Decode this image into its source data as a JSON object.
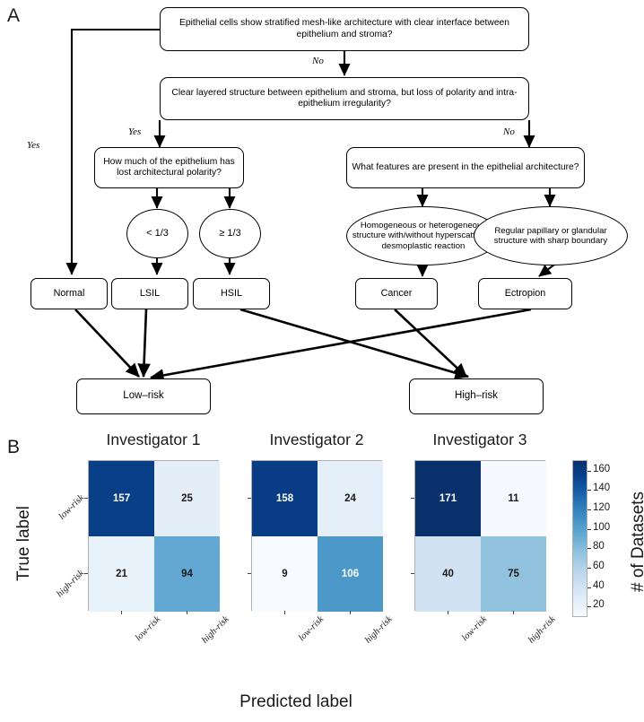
{
  "panels": {
    "a_letter": "A",
    "b_letter": "B"
  },
  "flowchart": {
    "nodes": {
      "q1": "Epithelial  cells show stratified mesh-like architecture with clear interface between epithelium and stroma?",
      "q2": "Clear layered structure between epithelium and stroma, but loss of polarity and intra-epithelium irregularity?",
      "q3": "How much of the epithelium has lost architectural polarity?",
      "q4": "What features are present in the epithelial architecture?",
      "e1": "< 1/3",
      "e2": "≥ 1/3",
      "e3": "Homogeneous or heterogeneous structure with/without hyperscattering desmoplastic reaction",
      "e4": "Regular papillary or glandular  structure with sharp boundary",
      "t_normal": "Normal",
      "t_lsil": "LSIL",
      "t_hsil": "HSIL",
      "t_cancer": "Cancer",
      "t_ectropion": "Ectropion",
      "t_lowrisk": "Low–risk",
      "t_highrisk": "High–risk"
    },
    "edge_labels": {
      "yes_left": "Yes",
      "no_top": "No",
      "yes_mid": "Yes",
      "no_right": "No"
    }
  },
  "chart_data": {
    "type": "heatmap",
    "title": "",
    "xlabel": "Predicted label",
    "ylabel": "True label",
    "categories_x": [
      "low-risk",
      "high-risk"
    ],
    "categories_y": [
      "low-risk",
      "high-risk"
    ],
    "colorbar": {
      "label": "# of Datasets",
      "ticks": [
        20,
        40,
        60,
        80,
        100,
        120,
        140,
        160
      ],
      "vmin": 9,
      "vmax": 171,
      "colormap": "Blues"
    },
    "matrices": [
      {
        "title": "Investigator 1",
        "values": [
          [
            157,
            25
          ],
          [
            21,
            94
          ]
        ]
      },
      {
        "title": "Investigator 2",
        "values": [
          [
            158,
            24
          ],
          [
            9,
            106
          ]
        ]
      },
      {
        "title": "Investigator 3",
        "values": [
          [
            171,
            11
          ],
          [
            40,
            75
          ]
        ]
      }
    ]
  }
}
